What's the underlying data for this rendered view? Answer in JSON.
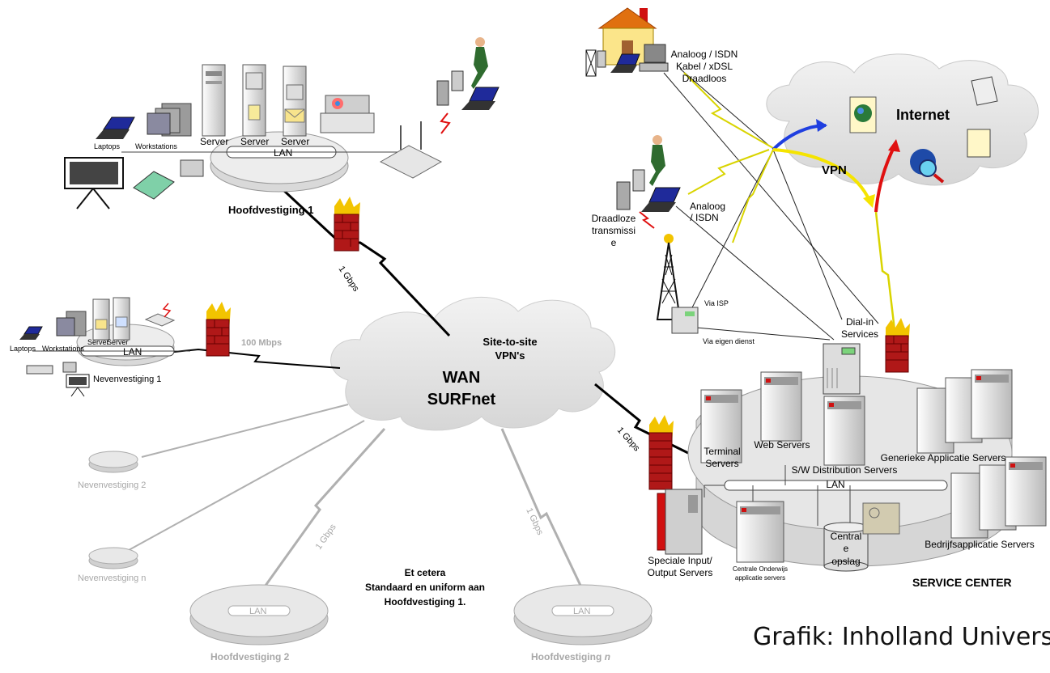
{
  "hq1": {
    "title": "Hoofdvestiging 1",
    "lan": "LAN",
    "laptops": "Laptops",
    "workstations": "Workstations",
    "server_labels": [
      "Server",
      "Server",
      "Server"
    ],
    "link_speed": "1 Gbps"
  },
  "branch1": {
    "title": "Nevenvestiging 1",
    "lan": "LAN",
    "laptops": "Laptops",
    "workstations": "Workstations",
    "server_labels": [
      "Server",
      "Server"
    ],
    "link_speed": "100 Mbps"
  },
  "wan": {
    "title_line1": "WAN",
    "title_line2": "SURFnet",
    "vpn_line1": "Site-to-site",
    "vpn_line2": "VPN's"
  },
  "branches_gray": {
    "branch2": "Nevenvestiging 2",
    "branchn": "Nevenvestiging n",
    "hq2": "Hoofdvestiging 2",
    "hqn_prefix": "Hoofdvestiging ",
    "hqn_suffix": "n",
    "lan": "LAN",
    "speed_a": "1 Gbps",
    "speed_b": "1 Gbps"
  },
  "etcetera": {
    "line1": "Et cetera",
    "line2": "Standaard en uniform aan",
    "line3": "Hoofdvestiging 1."
  },
  "remote": {
    "home_line1": "Analoog / ISDN",
    "home_line2": "Kabel / xDSL",
    "home_line3": "Draadloos",
    "mobile_line1": "Analoog",
    "mobile_line2": "/ ISDN",
    "wireless_line1": "Draadloze",
    "wireless_line2": "transmissi",
    "wireless_line3": "e",
    "via_isp": "Via ISP",
    "via_own": "Via eigen dienst"
  },
  "internet": {
    "title": "Internet",
    "vpn": "VPN"
  },
  "service_center": {
    "title": "SERVICE CENTER",
    "dialin_line1": "Dial-in",
    "dialin_line2": "Services",
    "terminal_line1": "Terminal",
    "terminal_line2": "Servers",
    "web": "Web Servers",
    "swdist": "S/W Distribution Servers",
    "generic": "Generieke Applicatie Servers",
    "lan": "LAN",
    "special_line1": "Speciale Input/",
    "special_line2": "Output Servers",
    "edu_line1": "Centrale Onderwijs",
    "edu_line2": "applicatie servers",
    "storage_line1": "Central",
    "storage_line2": "e",
    "storage_line3": "opslag",
    "business": "Bedrijfsapplicatie Servers",
    "link_speed": "1 Gbps"
  },
  "credit": "Grafik: Inholland University",
  "colors": {
    "firewall_red": "#b01818",
    "flame": "#f2c400",
    "vpn_blue": "#1f3fe0",
    "vpn_yellow": "#f5e400",
    "vpn_red": "#e01010",
    "cloud": "#e6e6e6",
    "platform": "#e2e2e2",
    "gray_text": "#a8a8a8"
  }
}
